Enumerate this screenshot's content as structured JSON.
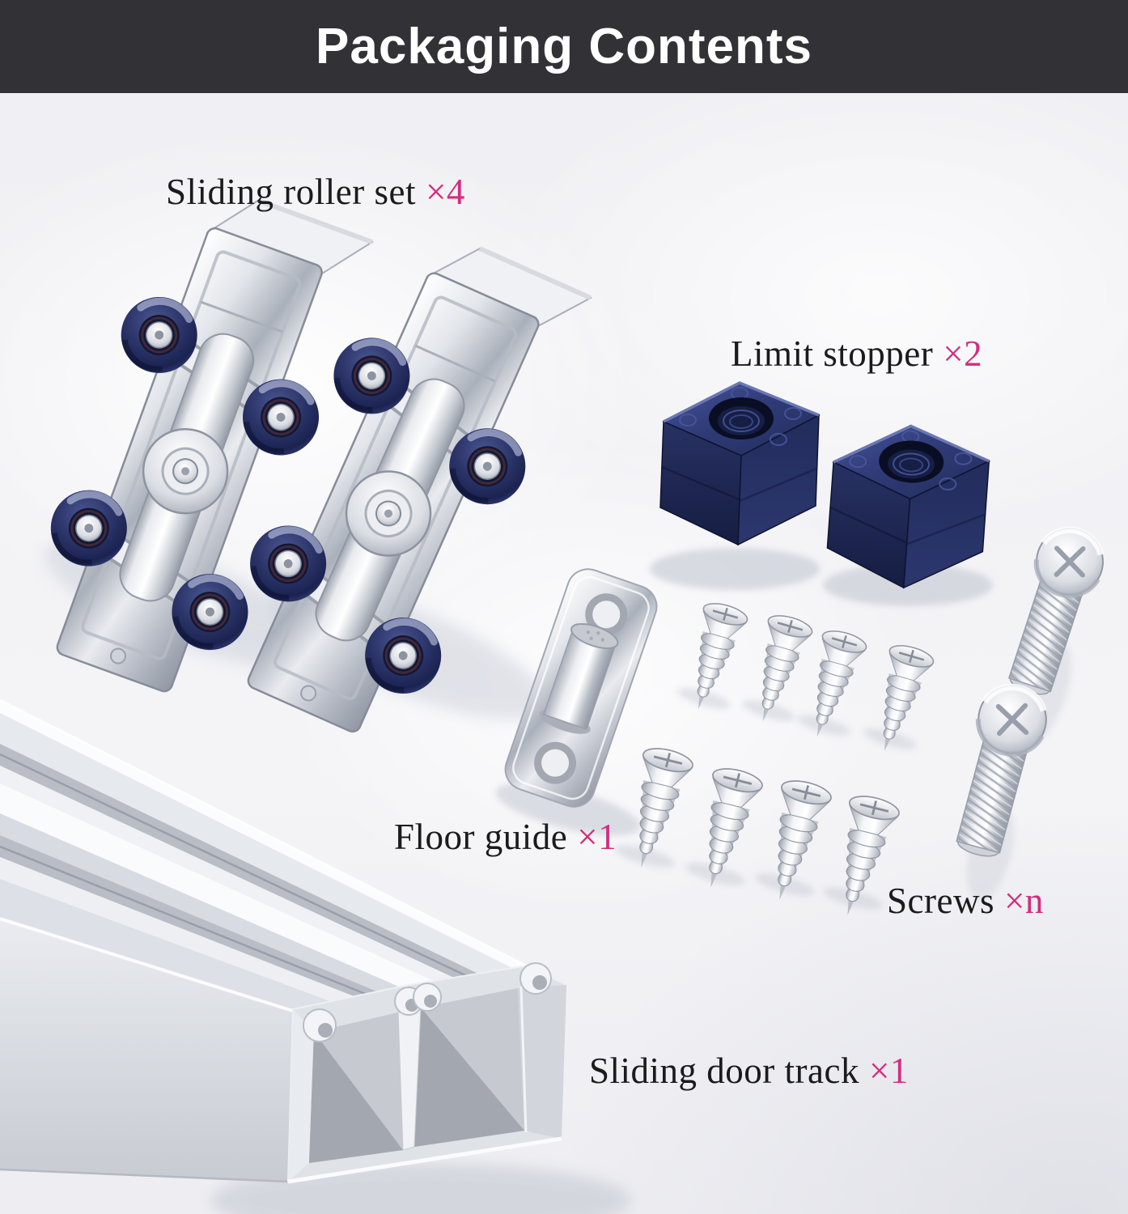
{
  "header": {
    "title": "Packaging Contents"
  },
  "items": [
    {
      "id": "sliding-roller-set",
      "label": "Sliding roller set",
      "count": "×4"
    },
    {
      "id": "limit-stopper",
      "label": "Limit stopper",
      "count": "×2"
    },
    {
      "id": "floor-guide",
      "label": "Floor guide",
      "count": "×1"
    },
    {
      "id": "screws",
      "label": "Screws",
      "count": "×n"
    },
    {
      "id": "sliding-door-track",
      "label": "Sliding door track",
      "count": "×1"
    }
  ],
  "objects": [
    {
      "name": "sliding-roller-set",
      "shown": 2
    },
    {
      "name": "limit-stopper",
      "shown": 2
    },
    {
      "name": "floor-guide",
      "shown": 1
    },
    {
      "name": "small-screw",
      "shown": 8
    },
    {
      "name": "machine-screw",
      "shown": 2
    },
    {
      "name": "sliding-door-track",
      "shown": 1
    }
  ],
  "colors": {
    "banner_bg": "#323236",
    "banner_text": "#ffffff",
    "label_text": "#1b1b1e",
    "count_accent": "#d32d7d",
    "background": "#f2f2f5",
    "navy_plastic": "#2a3468",
    "wheel_navy": "#2b3468",
    "metal_light": "#f5f6f8",
    "metal_mid": "#c9cdd5",
    "metal_dark": "#9aa0ac"
  }
}
